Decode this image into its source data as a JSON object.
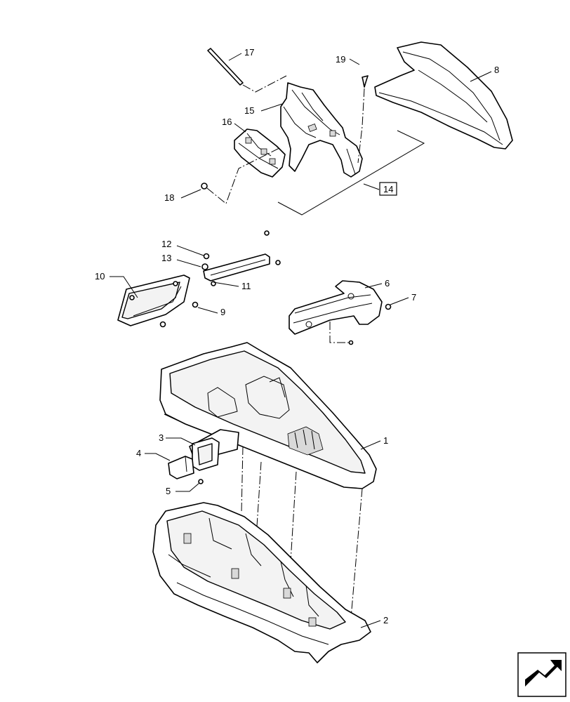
{
  "callouts": {
    "c1": "1",
    "c2": "2",
    "c3": "3",
    "c4": "4",
    "c5": "5",
    "c6": "6",
    "c7": "7",
    "c8": "8",
    "c9": "9",
    "c10": "10",
    "c11": "11",
    "c12": "12",
    "c13": "13",
    "c14": "14",
    "c15": "15",
    "c16": "16",
    "c17": "17",
    "c18": "18",
    "c19": "19"
  },
  "navigation": {
    "icon": "next-page-arrow-icon"
  }
}
